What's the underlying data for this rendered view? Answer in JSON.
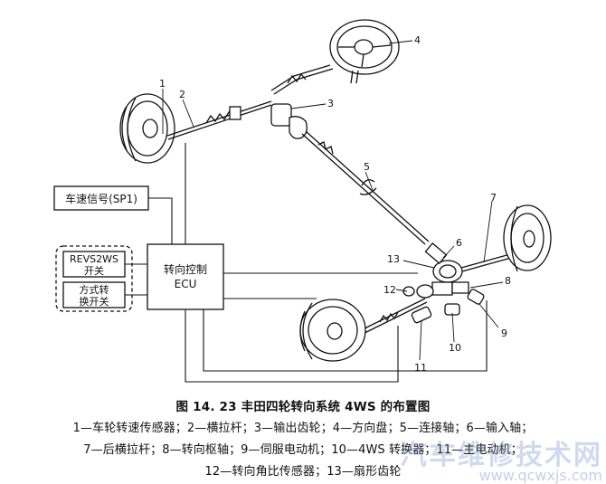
{
  "figure": {
    "caption": "图 14. 23    丰田四轮转向系统 4WS 的布置图",
    "legend_line1": "1—车轮转速传感器；2—横拉杆；3—输出齿轮；4—方向盘；5—连接轴；6—输入轴；",
    "legend_line2": "7—后横拉杆；8—转向枢轴；9—伺服电动机；10—4WS 转换器；11—主电动机；",
    "legend_line3": "12—转向角比传感器；13—扇形齿轮"
  },
  "boxes": {
    "speed_signal": "车速信号(SP1)",
    "ecu_line1": "转向控制",
    "ecu_line2": "ECU",
    "revs_line1": "REVS2WS",
    "revs_line2": "开关",
    "mode_line1": "方式转",
    "mode_line2": "换开关"
  },
  "callouts": {
    "n1": "1",
    "n2": "2",
    "n3": "3",
    "n4": "4",
    "n5": "5",
    "n6": "6",
    "n7": "7",
    "n8": "8",
    "n9": "9",
    "n10": "10",
    "n11": "11",
    "n12": "12",
    "n13": "13"
  },
  "watermark": {
    "text": "汽车维修技术网",
    "url": "www.qcwxjs.com"
  }
}
